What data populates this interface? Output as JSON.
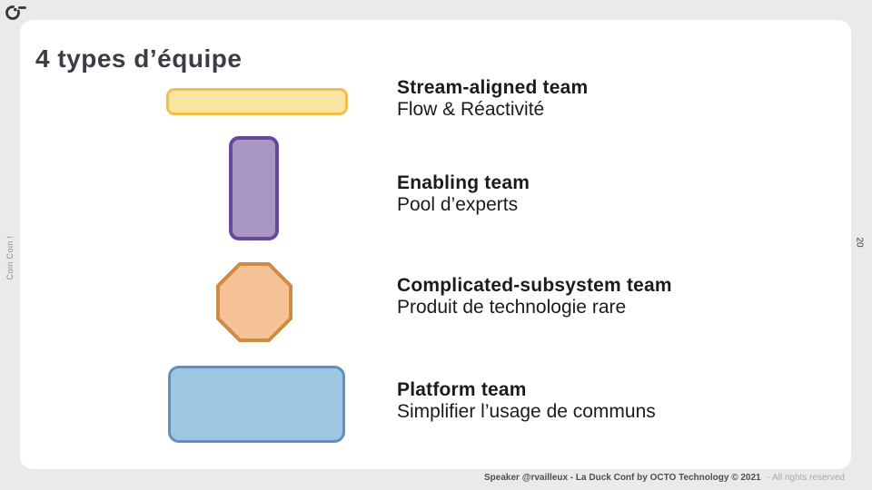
{
  "page": {
    "background_color": "#EAEAEA",
    "card_color": "#FFFFFF"
  },
  "branding": {
    "logo": "duck-logo",
    "logo_color": "#34343E"
  },
  "side_notes": {
    "left_vertical_text": "Coin Coin !",
    "right_page_number": "20"
  },
  "slide": {
    "title": "4 types d’équipe",
    "title_color": "#3C3C46",
    "teams": [
      {
        "name": "Stream-aligned team",
        "description": "Flow & Réactivité",
        "shape": "wide-rounded-rectangle",
        "fill": "#FBE5A3",
        "stroke": "#EFC14B"
      },
      {
        "name": "Enabling team",
        "description": "Pool d’experts",
        "shape": "tall-rounded-rectangle",
        "fill": "#A996C5",
        "stroke": "#67499A"
      },
      {
        "name": "Complicated-subsystem team",
        "description": "Produit de technologie rare",
        "shape": "octagon",
        "fill": "#F4C294",
        "stroke": "#D08A41"
      },
      {
        "name": "Platform team",
        "description": "Simplifier l’usage de communs",
        "shape": "rounded-rectangle",
        "fill": "#9DC7E2",
        "stroke": "#6390BA"
      }
    ]
  },
  "footer": {
    "credit": "Speaker @rvailleux - La Duck Conf by OCTO Technology  © 2021",
    "rights": "- All rights reserved"
  }
}
